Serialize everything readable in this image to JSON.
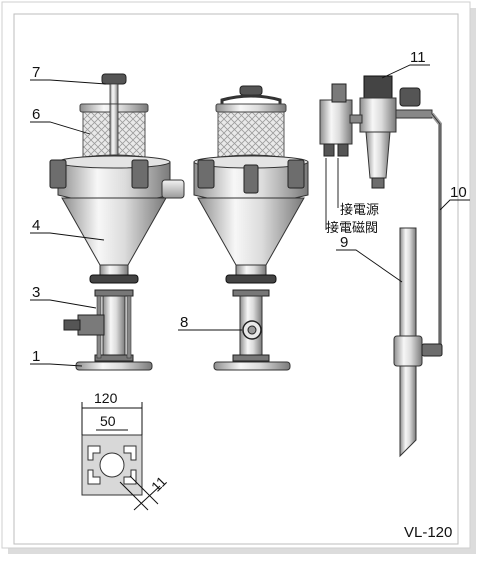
{
  "model_label": "VL-120",
  "callouts": {
    "c1": "1",
    "c3": "3",
    "c4": "4",
    "c6": "6",
    "c7": "7",
    "c8": "8",
    "c9": "9",
    "c10": "10",
    "c11": "11"
  },
  "annotations": {
    "power": "接電源",
    "solenoid": "接電磁閥"
  },
  "dimensions": {
    "outer": "120",
    "inner": "50",
    "slot": "11"
  },
  "colors": {
    "frame_shadow": "#d9d9d9",
    "metal_light": "#f4f4f4",
    "metal_dark": "#8a8a8a",
    "line": "#222222"
  }
}
